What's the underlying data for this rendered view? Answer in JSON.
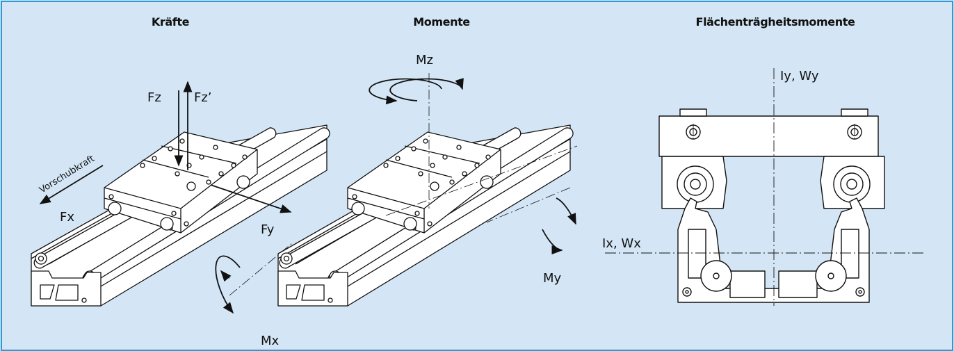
{
  "headings": {
    "forces": "Kräfte",
    "moments": "Momente",
    "area_moments": "Flächenträgheitsmomente"
  },
  "labels": {
    "fz": "Fz",
    "fz_prime": "Fz’",
    "feed_force": "Vorschubkraft",
    "fx": "Fx",
    "fy": "Fy",
    "mx": "Mx",
    "mz": "Mz",
    "my": "My",
    "iy_wy": "Iy, Wy",
    "ix_wx": "Ix, Wx"
  },
  "colors": {
    "background": "#d4e6f6",
    "border": "#2a9bd3",
    "ink": "#111111"
  }
}
